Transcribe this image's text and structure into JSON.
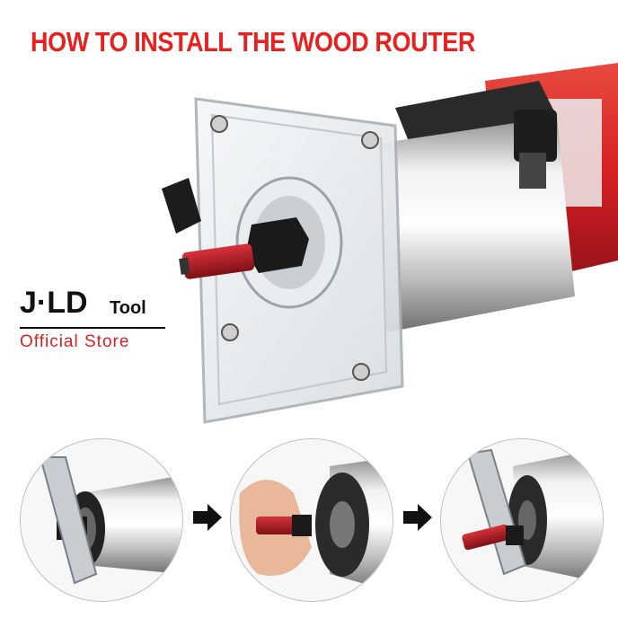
{
  "title": "HOW TO INSTALL THE WOOD ROUTER",
  "brand": {
    "name": "J·LD",
    "suffix": "Tool",
    "subtitle": "Official Store"
  },
  "colors": {
    "title": "#e8211f",
    "brand_text": "#111111",
    "brand_subtitle": "#d92020",
    "router_body": "#d51f24",
    "bit_red": "#a3161c"
  },
  "icons": {
    "step_arrow": "arrow-right-icon"
  }
}
